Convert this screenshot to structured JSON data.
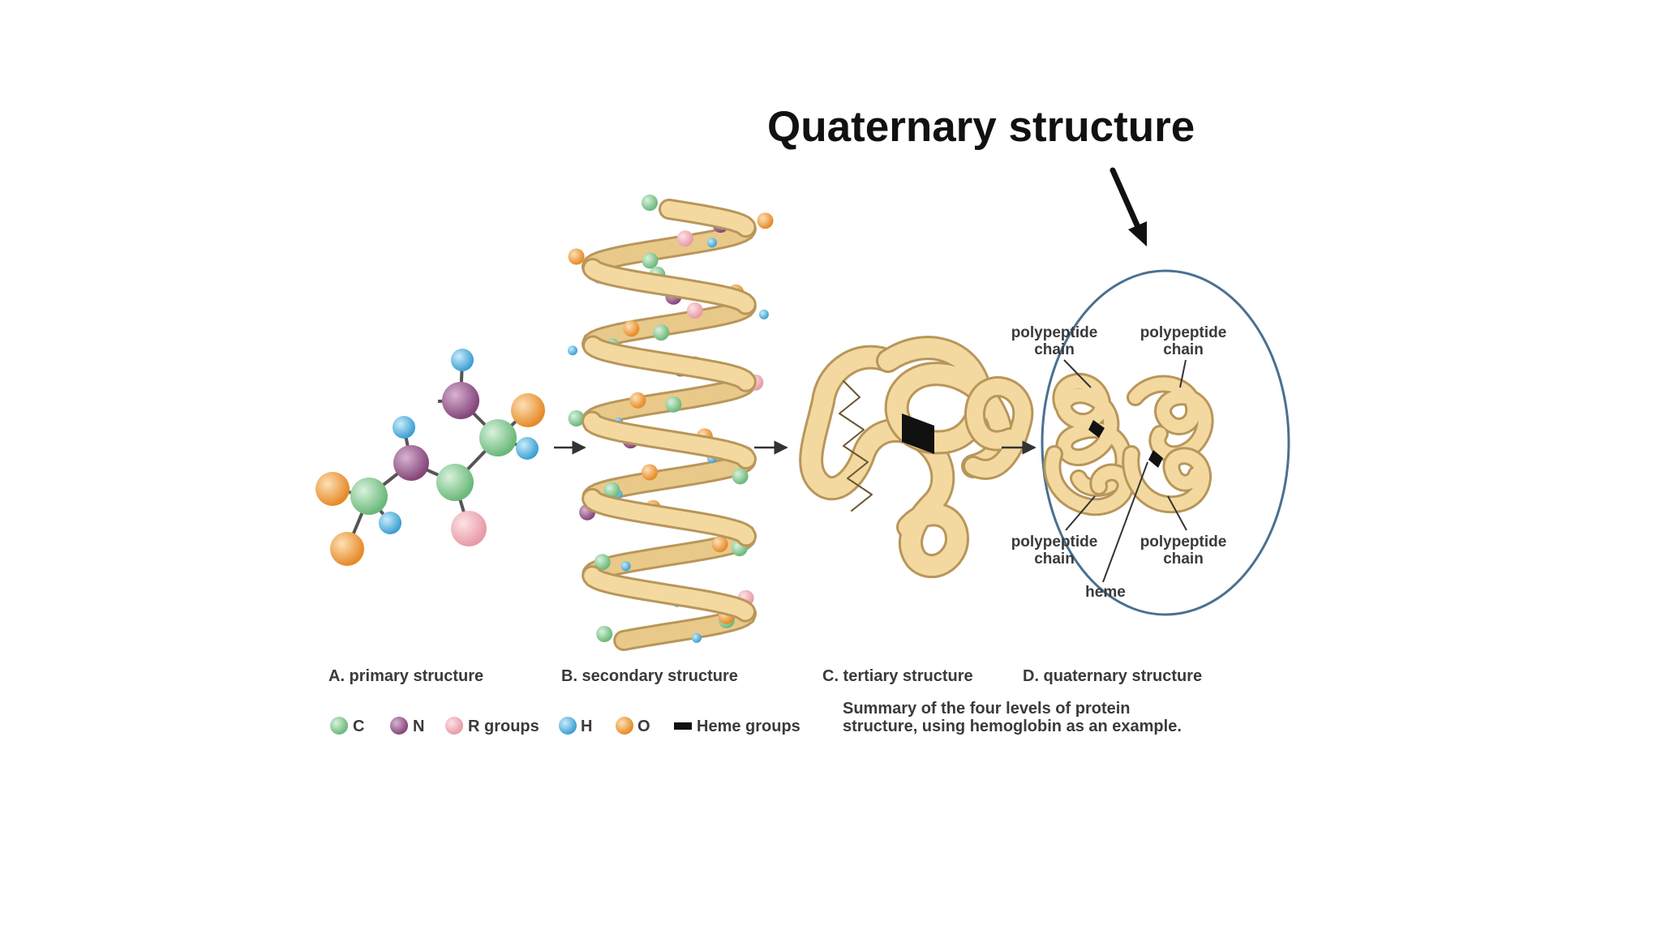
{
  "slide": {
    "title": "Quaternary structure"
  },
  "panels": {
    "a": "A. primary structure",
    "b": "B. secondary structure",
    "c": "C. tertiary structure",
    "d": "D. quaternary structure"
  },
  "callouts": {
    "chain_tl_1": "polypeptide",
    "chain_tl_2": "chain",
    "chain_tr_1": "polypeptide",
    "chain_tr_2": "chain",
    "chain_bl_1": "polypeptide",
    "chain_bl_2": "chain",
    "chain_br_1": "polypeptide",
    "chain_br_2": "chain",
    "heme": "heme"
  },
  "legend": {
    "c": "C",
    "n": "N",
    "r": "R groups",
    "h": "H",
    "o": "O",
    "heme": "Heme groups"
  },
  "caption": {
    "line1": "Summary of the four levels of protein",
    "line2": "structure, using hemoglobin as an example."
  },
  "colors": {
    "carbon": "#7dc88a",
    "nitrogen": "#9a5a8e",
    "r_group": "#f2b5be",
    "hydrogen": "#5ab4e0",
    "oxygen": "#f0a040",
    "ribbon": "#f3d9a0",
    "ribbon_edge": "#b8965a",
    "circle": "#4a7090"
  }
}
